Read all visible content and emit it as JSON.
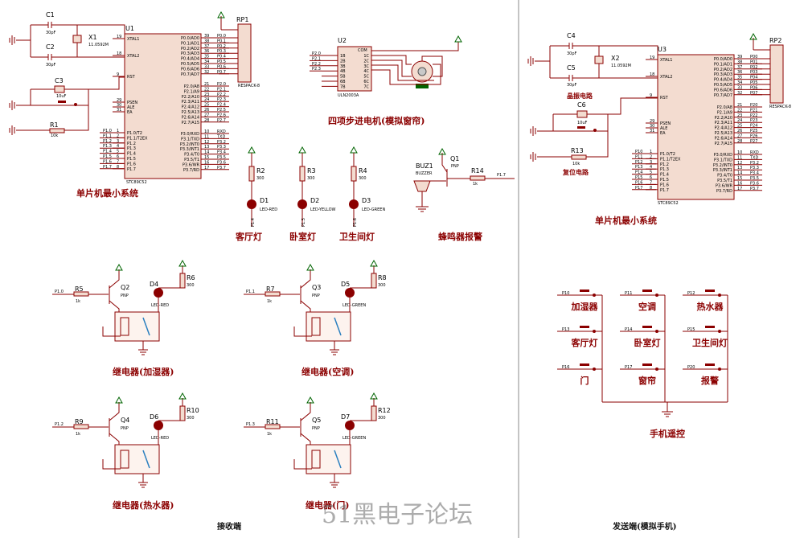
{
  "labels": {
    "mcu_system_left": "单片机最小系统",
    "stepper": "四项步进电机(模拟窗帘)",
    "lamp_living": "客厅灯",
    "lamp_bedroom": "卧室灯",
    "lamp_bath": "卫生间灯",
    "buzzer": "蜂鸣器报警",
    "relay_humid": "继电器(加湿器)",
    "relay_ac": "继电器(空调)",
    "relay_heater": "继电器(热水器)",
    "relay_door": "继电器(门)",
    "receiver": "接收端",
    "sender": "发送端(模拟手机)",
    "mcu_system_right": "单片机最小系统",
    "crystal_circuit": "晶振电路",
    "reset_circuit": "复位电路",
    "remote": "手机遥控",
    "watermark": "51黑电子论坛"
  },
  "refs": {
    "c1": "C1",
    "c2": "C2",
    "c3": "C3",
    "x1": "X1",
    "r1": "R1",
    "u1": "U1",
    "rp1": "RP1",
    "u2": "U2",
    "u3": "U3",
    "rp2": "RP2",
    "c4": "C4",
    "c5": "C5",
    "c6": "C6",
    "x2": "X2",
    "r13": "R13",
    "r2": "R2",
    "r3": "R3",
    "r4": "R4",
    "d1": "D1",
    "d2": "D2",
    "d3": "D3",
    "buz1": "BUZ1",
    "q1": "Q1",
    "r14": "R14",
    "r5": "R5",
    "q2": "Q2",
    "d4": "D4",
    "r6": "R6",
    "r7": "R7",
    "q3": "Q3",
    "d5": "D5",
    "r8": "R8",
    "r9": "R9",
    "q4": "Q4",
    "d6": "D6",
    "r10": "R10",
    "r11": "R11",
    "q5": "Q5",
    "d7": "D7",
    "r12": "R12"
  },
  "values": {
    "cap30": "30pF",
    "cap10u": "10uF",
    "xtal": "11.0592M",
    "r10k": "10k",
    "r1k": "1k",
    "r300": "300",
    "chip": "STC89C52",
    "respack": "RESPACK-8",
    "uln": "ULN2003A",
    "pnp": "PNP",
    "buzzer": "BUZZER",
    "led_red": "LED-RED",
    "led_yellow": "LED-YELLOW",
    "led_green": "LED-GREEN"
  },
  "mcu_left_pins": [
    "XTAL1",
    "XTAL2",
    "RST",
    "PSEN",
    "ALE",
    "EA"
  ],
  "mcu_p0": [
    "P0.0/AD0",
    "P0.1/AD1",
    "P0.2/AD2",
    "P0.3/AD3",
    "P0.4/AD4",
    "P0.5/AD5",
    "P0.6/AD6",
    "P0.7/AD7"
  ],
  "mcu_p2": [
    "P2.0/A8",
    "P2.1/A9",
    "P2.2/A10",
    "P2.3/A11",
    "P2.4/A12",
    "P2.5/A13",
    "P2.6/A14",
    "P2.7/A15"
  ],
  "mcu_p3": [
    "P3.0/RXD",
    "P3.1/TXD",
    "P3.2/INT0",
    "P3.3/INT1",
    "P3.4/T0",
    "P3.5/T1",
    "P3.6/WR",
    "P3.7/RD"
  ],
  "mcu_p1": [
    "P1.0/T2",
    "P1.1/T2EX",
    "P1.2",
    "P1.3",
    "P1.4",
    "P1.5",
    "P1.6",
    "P1.7"
  ],
  "net_p0": [
    "P0.0",
    "P0.1",
    "P0.2",
    "P0.3",
    "P0.4",
    "P0.5",
    "P0.6",
    "P0.7"
  ],
  "net_p2": [
    "P2.0",
    "P2.1",
    "P2.2",
    "P2.3",
    "P2.4",
    "P2.5",
    "P2.6",
    "P2.7"
  ],
  "net_p3": [
    "RXD",
    "TXD",
    "P3.2",
    "P3.3",
    "P3.4",
    "P3.5",
    "P3.6",
    "P3.7"
  ],
  "net_p1": [
    "P1.0",
    "P1.1",
    "P1.2",
    "P1.3",
    "P1.4",
    "P1.5",
    "P1.6",
    "P1.7"
  ],
  "net_p0b": [
    "P00",
    "P01",
    "P02",
    "P03",
    "P04",
    "P05",
    "P06",
    "P07"
  ],
  "net_p2b": [
    "P20",
    "P21",
    "P22",
    "P23",
    "P24",
    "P25",
    "P26",
    "P27"
  ],
  "net_p1b": [
    "P10",
    "P11",
    "P12",
    "P13",
    "P14",
    "P15",
    "P16",
    "P17"
  ],
  "uln_in": [
    "1B",
    "2B",
    "3B",
    "4B",
    "5B",
    "6B",
    "7B"
  ],
  "uln_out": [
    "1C",
    "2C",
    "3C",
    "4C",
    "5C",
    "6C",
    "7C"
  ],
  "keys": [
    {
      "net": "P10",
      "label": "加湿器"
    },
    {
      "net": "P11",
      "label": "空调"
    },
    {
      "net": "P12",
      "label": "热水器"
    },
    {
      "net": "P13",
      "label": "客厅灯"
    },
    {
      "net": "P14",
      "label": "卧室灯"
    },
    {
      "net": "P15",
      "label": "卫生间灯"
    },
    {
      "net": "P16",
      "label": "门"
    },
    {
      "net": "P17",
      "label": "窗帘"
    },
    {
      "net": "P20",
      "label": "报警"
    }
  ]
}
